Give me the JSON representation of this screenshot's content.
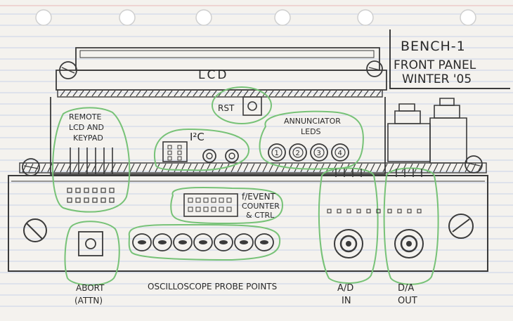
{
  "colors": {
    "paper": "#f4f2ee",
    "rule_line": "#b9c9e6",
    "red_margin": "#e9b7b7",
    "pencil": "#3a3a3a",
    "green_circle": "#77c277"
  },
  "title": {
    "line1": "BENCH-1",
    "line2": "FRONT PANEL",
    "line3": "WINTER '05"
  },
  "labels": {
    "lcd": "LCD",
    "rst": "RST",
    "i2c": "I²C",
    "annunciator_line1": "ANNUNCIATOR",
    "annunciator_line2": "LEDS",
    "remote_line1": "REMOTE",
    "remote_line2": "LCD AND",
    "remote_line3": "KEYPAD",
    "counter_line1": "f/EVENT",
    "counter_line2": "COUNTER",
    "counter_line3": "& CTRL",
    "abort_line1": "ABORT",
    "abort_line2": "(ATTN)",
    "probe_points": "OSCILLOSCOPE PROBE POINTS",
    "ad_line1": "A/D",
    "ad_line2": "IN",
    "da_line1": "D/A",
    "da_line2": "OUT"
  },
  "leds": [
    "1",
    "2",
    "3",
    "4"
  ],
  "icons": {
    "hole": "binder-hole-icon",
    "screw": "screw-icon",
    "bnc": "bnc-connector-icon",
    "button": "push-button-icon"
  }
}
